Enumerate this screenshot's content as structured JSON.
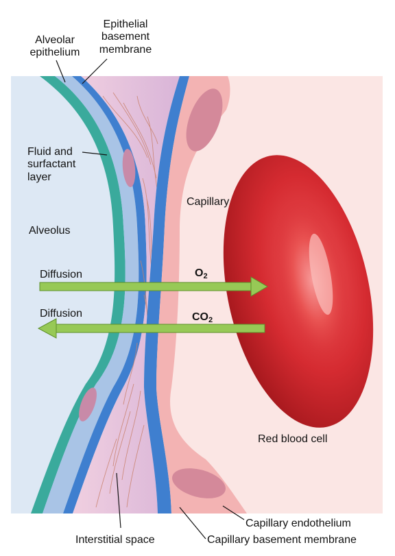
{
  "labels": {
    "alveolar_epithelium": [
      "Alveolar",
      "epithelium"
    ],
    "epithelial_basement_membrane": [
      "Epithelial",
      "basement",
      "membrane"
    ],
    "fluid_surfactant": [
      "Fluid and",
      "surfactant",
      "layer"
    ],
    "alveolus": "Alveolus",
    "capillary": "Capillary",
    "diffusion_top": "Diffusion",
    "diffusion_bottom": "Diffusion",
    "o2": "O",
    "o2_sub": "2",
    "co2": "CO",
    "co2_sub": "2",
    "red_blood_cell": "Red blood cell",
    "capillary_endothelium": "Capillary endothelium",
    "interstitial_space": "Interstitial space",
    "capillary_basement_membrane": "Capillary basement membrane"
  },
  "colors": {
    "alveolus_bg": "#dde8f4",
    "capillary_bg": "#fbe6e4",
    "epithelium": "#3aaa9c",
    "basement_light": "#a9c4e6",
    "basement_dark": "#3f7fcf",
    "interstitial": "#e9c6d9",
    "endothelium": "#f3b3b3",
    "rbc": "#d62c32",
    "arrow": "#97c956"
  }
}
